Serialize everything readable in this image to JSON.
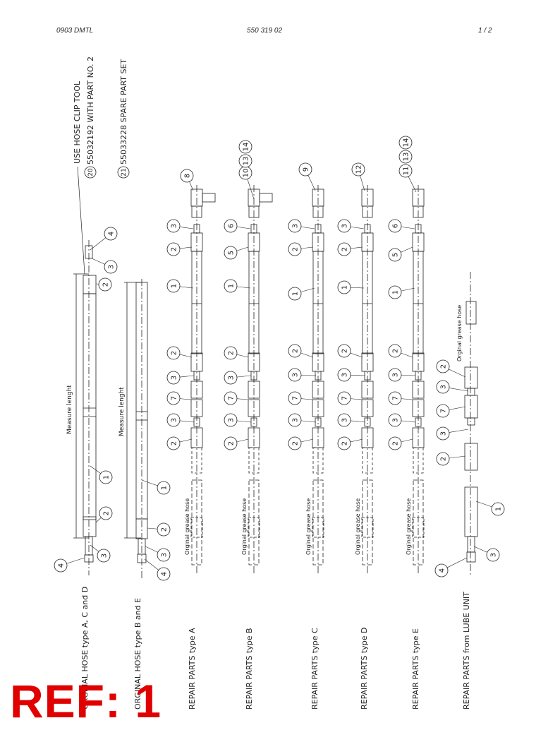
{
  "header": {
    "left": "0903 DMTL",
    "center": "550 319 02",
    "right": "1 /  2"
  },
  "notes": {
    "line1": "USE HOSE CLIP TOOL",
    "line2_ref": "20",
    "line2": "55032192 WITH PART NO. 2",
    "line3_ref": "21",
    "line3": "55033228 SPARE PART SET"
  },
  "measure_label": "Measure lenght",
  "grease_label": "Orginal grease hose",
  "columns": [
    {
      "label": "ORGINAL HOSE type A, C and D"
    },
    {
      "label": "ORGINAL HOSE type B and E"
    },
    {
      "label": "REPAIR PARTS type A"
    },
    {
      "label": "REPAIR PARTS type B"
    },
    {
      "label": "REPAIR PARTS type C"
    },
    {
      "label": "REPAIR PARTS type D"
    },
    {
      "label": "REPAIR PARTS type E"
    },
    {
      "label": "REPAIR PARTS from LUBE UNIT"
    }
  ],
  "balloons": {
    "c1": [
      "4",
      "3",
      "2",
      "1",
      "2",
      "3",
      "4"
    ],
    "c2": [
      "1",
      "2",
      "3",
      "4"
    ],
    "a": [
      "8",
      "3",
      "2",
      "1",
      "2",
      "3",
      "7",
      "3",
      "2"
    ],
    "b": [
      "10",
      "13",
      "14",
      "6",
      "5",
      "1",
      "2",
      "3",
      "7",
      "3",
      "2"
    ],
    "c": [
      "9",
      "3",
      "2",
      "1",
      "2",
      "3",
      "7",
      "3",
      "2"
    ],
    "d": [
      "12",
      "3",
      "2",
      "1",
      "2",
      "3",
      "7",
      "3",
      "2"
    ],
    "e": [
      "11",
      "13",
      "14",
      "6",
      "5",
      "1",
      "2",
      "3",
      "7",
      "3",
      "2"
    ],
    "lube": [
      "2",
      "3",
      "7",
      "3",
      "2",
      "1",
      "4",
      "3"
    ]
  },
  "stamp": "REF: 1"
}
